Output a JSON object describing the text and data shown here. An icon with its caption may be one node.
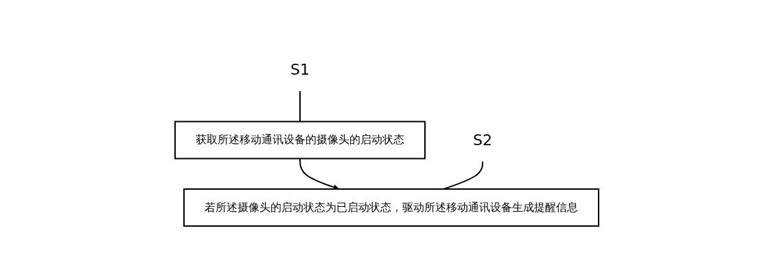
{
  "diagram": {
    "nodes": [
      {
        "text": [
          "S1"
        ]
      },
      {
        "text": [
          "获取所述移动通讯设备的摄像头的启动状态"
        ]
      },
      {
        "text": [
          "S2"
        ]
      },
      {
        "text": [
          "若所述摄像头的启动状态为已启动状态，驱动所述移动通讯设备生成提醒信息"
        ]
      }
    ],
    "edges": [
      {
        "from": 0,
        "to": 1,
        "arrow": "none"
      },
      {
        "from": 1,
        "to": 3,
        "arrow": "to"
      },
      {
        "from": 2,
        "to": 3,
        "arrow": "none"
      }
    ]
  }
}
